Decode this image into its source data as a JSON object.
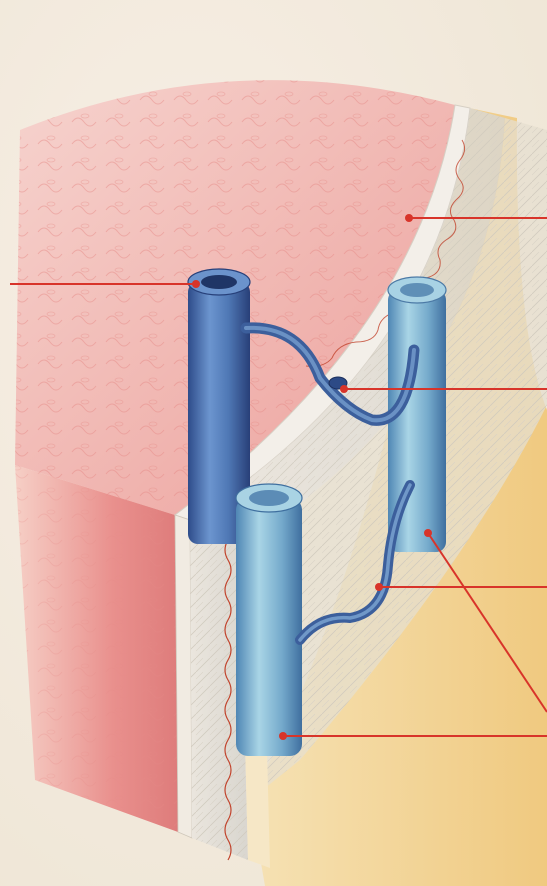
{
  "colors": {
    "background": "#f4ede0",
    "endothelium": "#f2b8b2",
    "basement_membrane": "#e9e4dd",
    "adventitia": "#f3d79a",
    "vessel_blue": "#5b87c0",
    "vessel_light": "#8fc1d8",
    "leader_line": "#d8342a"
  },
  "leaders": [
    {
      "id": "leader-top-right",
      "icon": "leader-line"
    },
    {
      "id": "leader-left",
      "icon": "leader-line"
    },
    {
      "id": "leader-middle-right",
      "icon": "leader-line"
    },
    {
      "id": "leader-lower-right",
      "icon": "leader-line"
    },
    {
      "id": "leader-bottom-right-a",
      "icon": "leader-line"
    },
    {
      "id": "leader-bottom-right-b",
      "icon": "leader-line"
    }
  ]
}
